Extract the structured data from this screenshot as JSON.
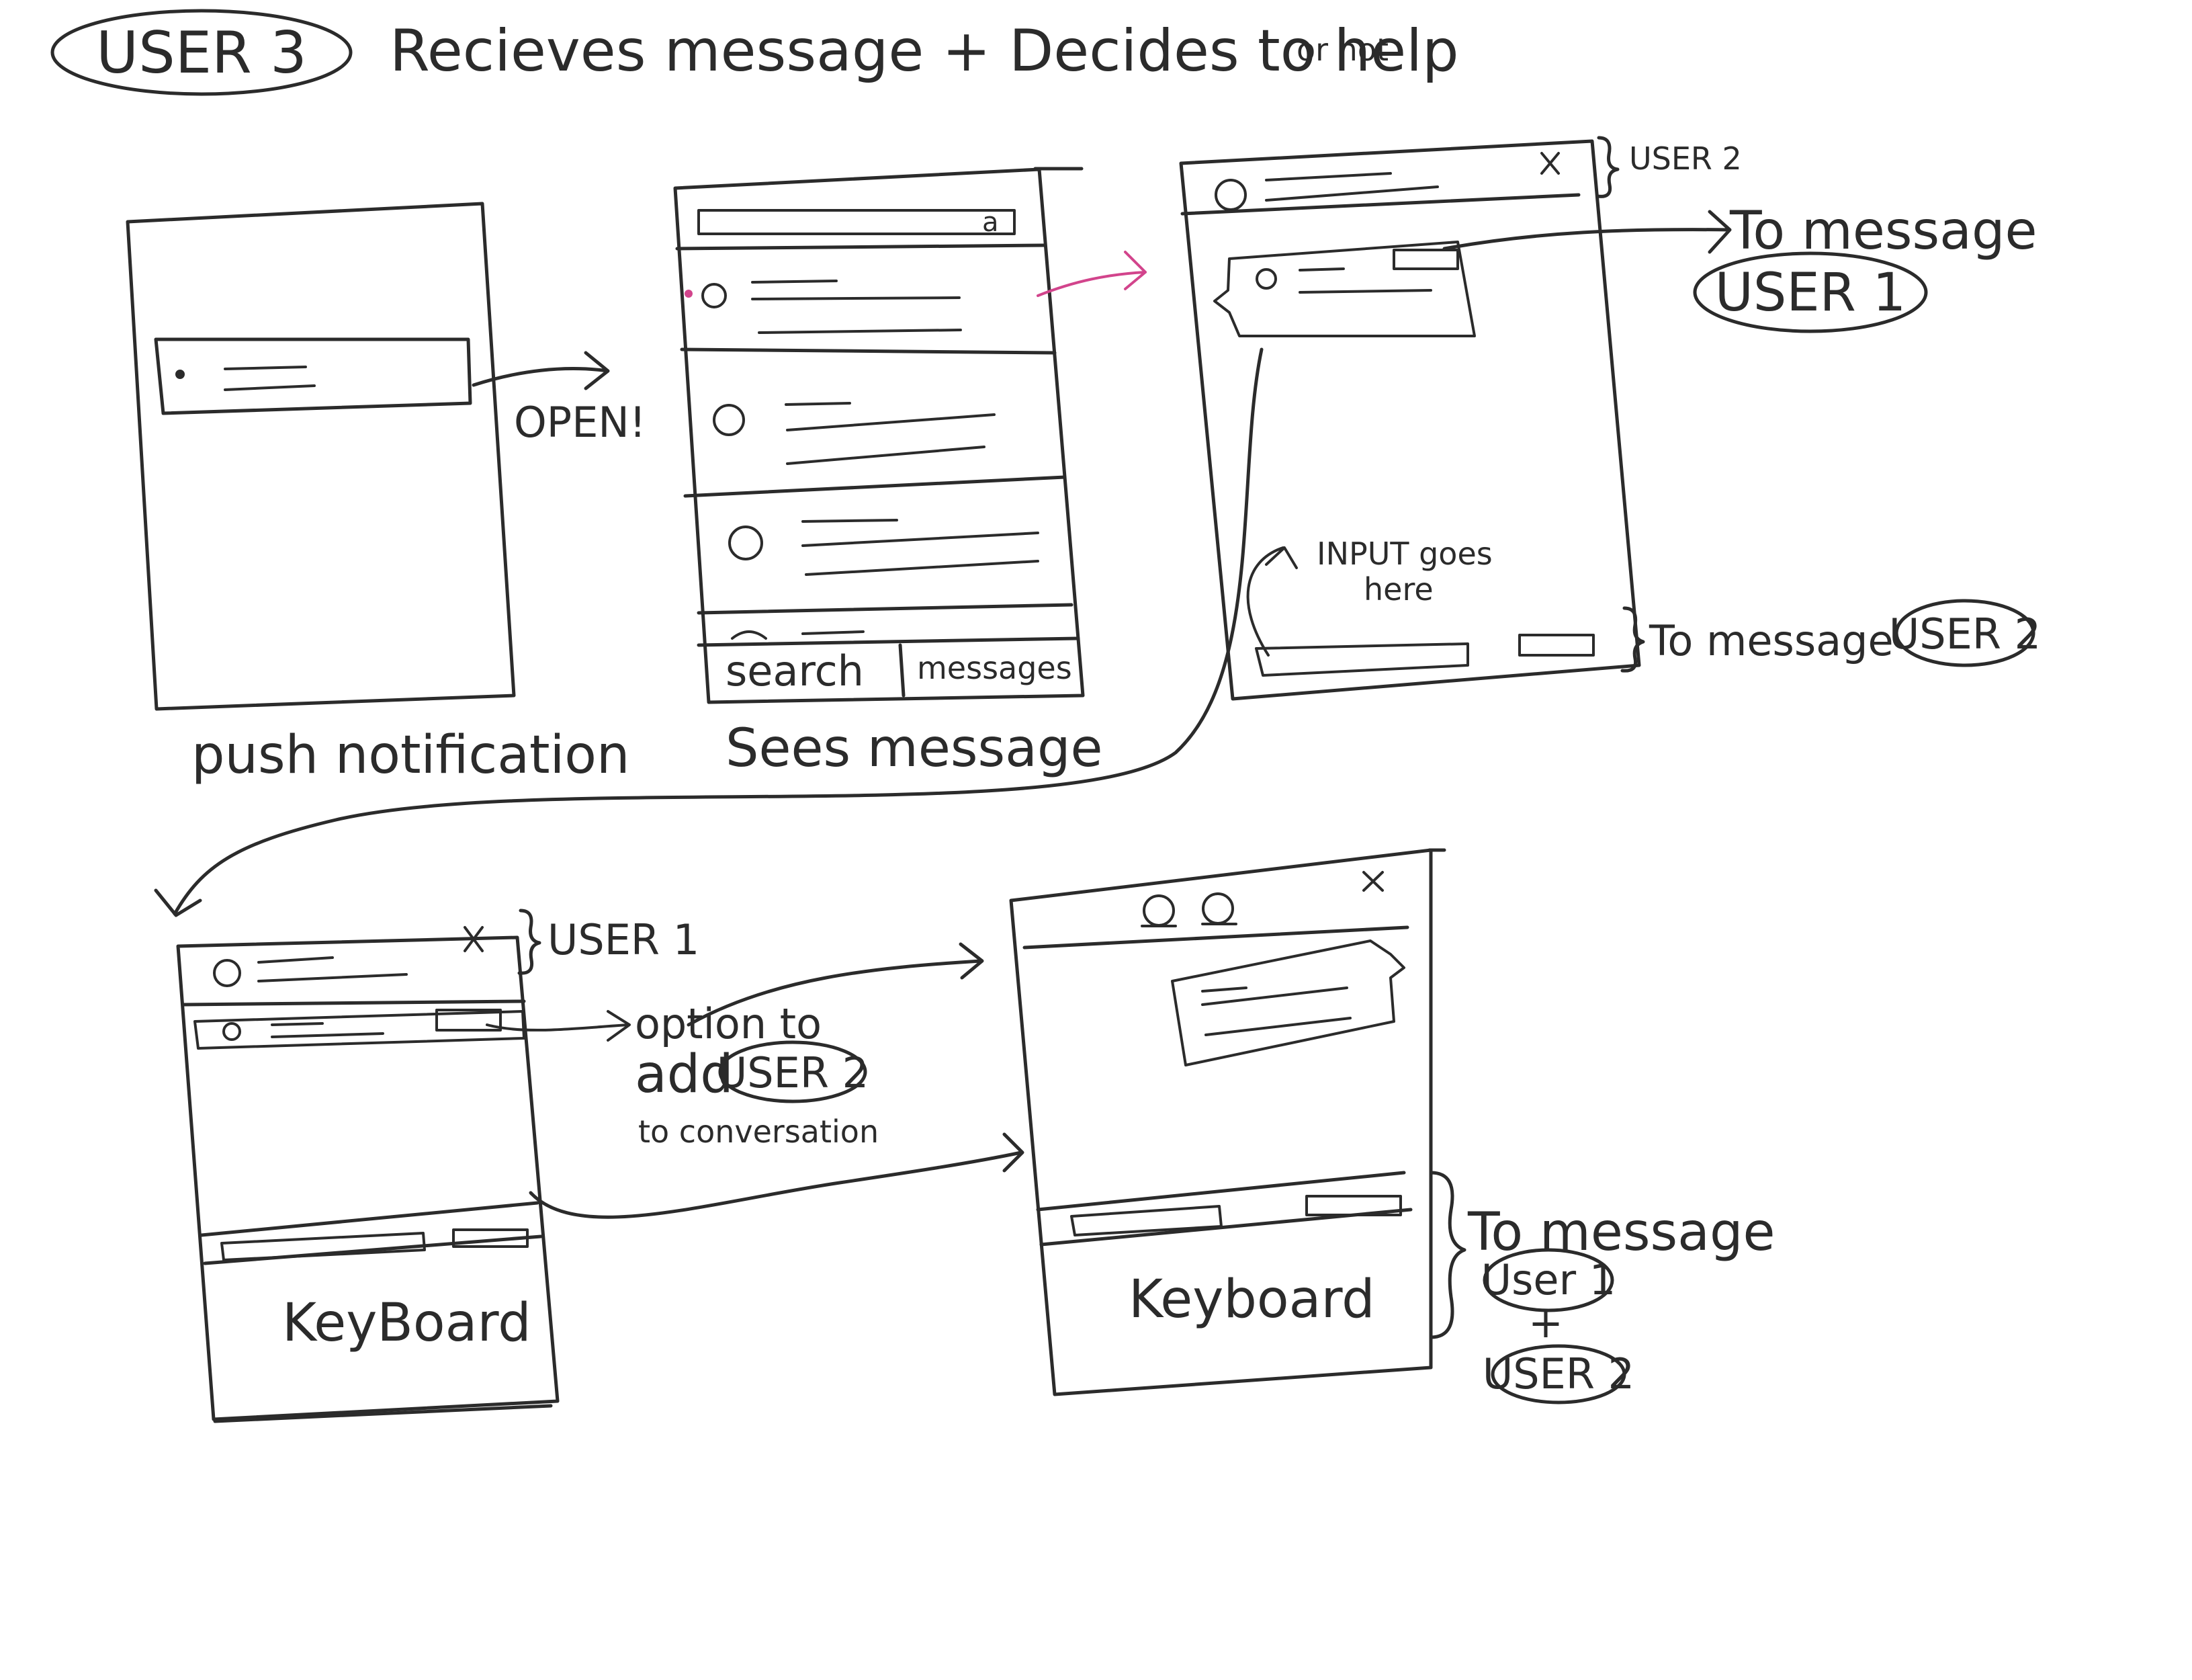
{
  "header": {
    "actor": "USER 3",
    "title": "Recieves message + Decides to help",
    "suffix": "or not"
  },
  "screens": {
    "push": {
      "caption": "push notification",
      "action": "OPEN!"
    },
    "list": {
      "caption": "Sees message",
      "tab_search": "search",
      "tab_messages": "messages"
    },
    "chat_user2": {
      "bracket_top": "USER 2",
      "to_message_1": "To message",
      "to_message_1_target": "USER 1",
      "input_note_1": "INPUT goes",
      "input_note_2": "here",
      "to_message_2": "To message",
      "to_message_2_target": "USER 2"
    },
    "chat_user1": {
      "bracket_top": "USER 1",
      "option_1": "option to",
      "option_2": "add",
      "option_target": "USER 2",
      "option_3": "to conversation",
      "keyboard": "KeyBoard"
    },
    "group_chat": {
      "keyboard": "Keyboard",
      "to_message": "To message",
      "target_1": "User 1",
      "plus": "+",
      "target_2": "USER 2"
    }
  },
  "colors": {
    "ink": "#2b2b2b",
    "accent": "#d2448c",
    "paper": "#ffffff"
  }
}
